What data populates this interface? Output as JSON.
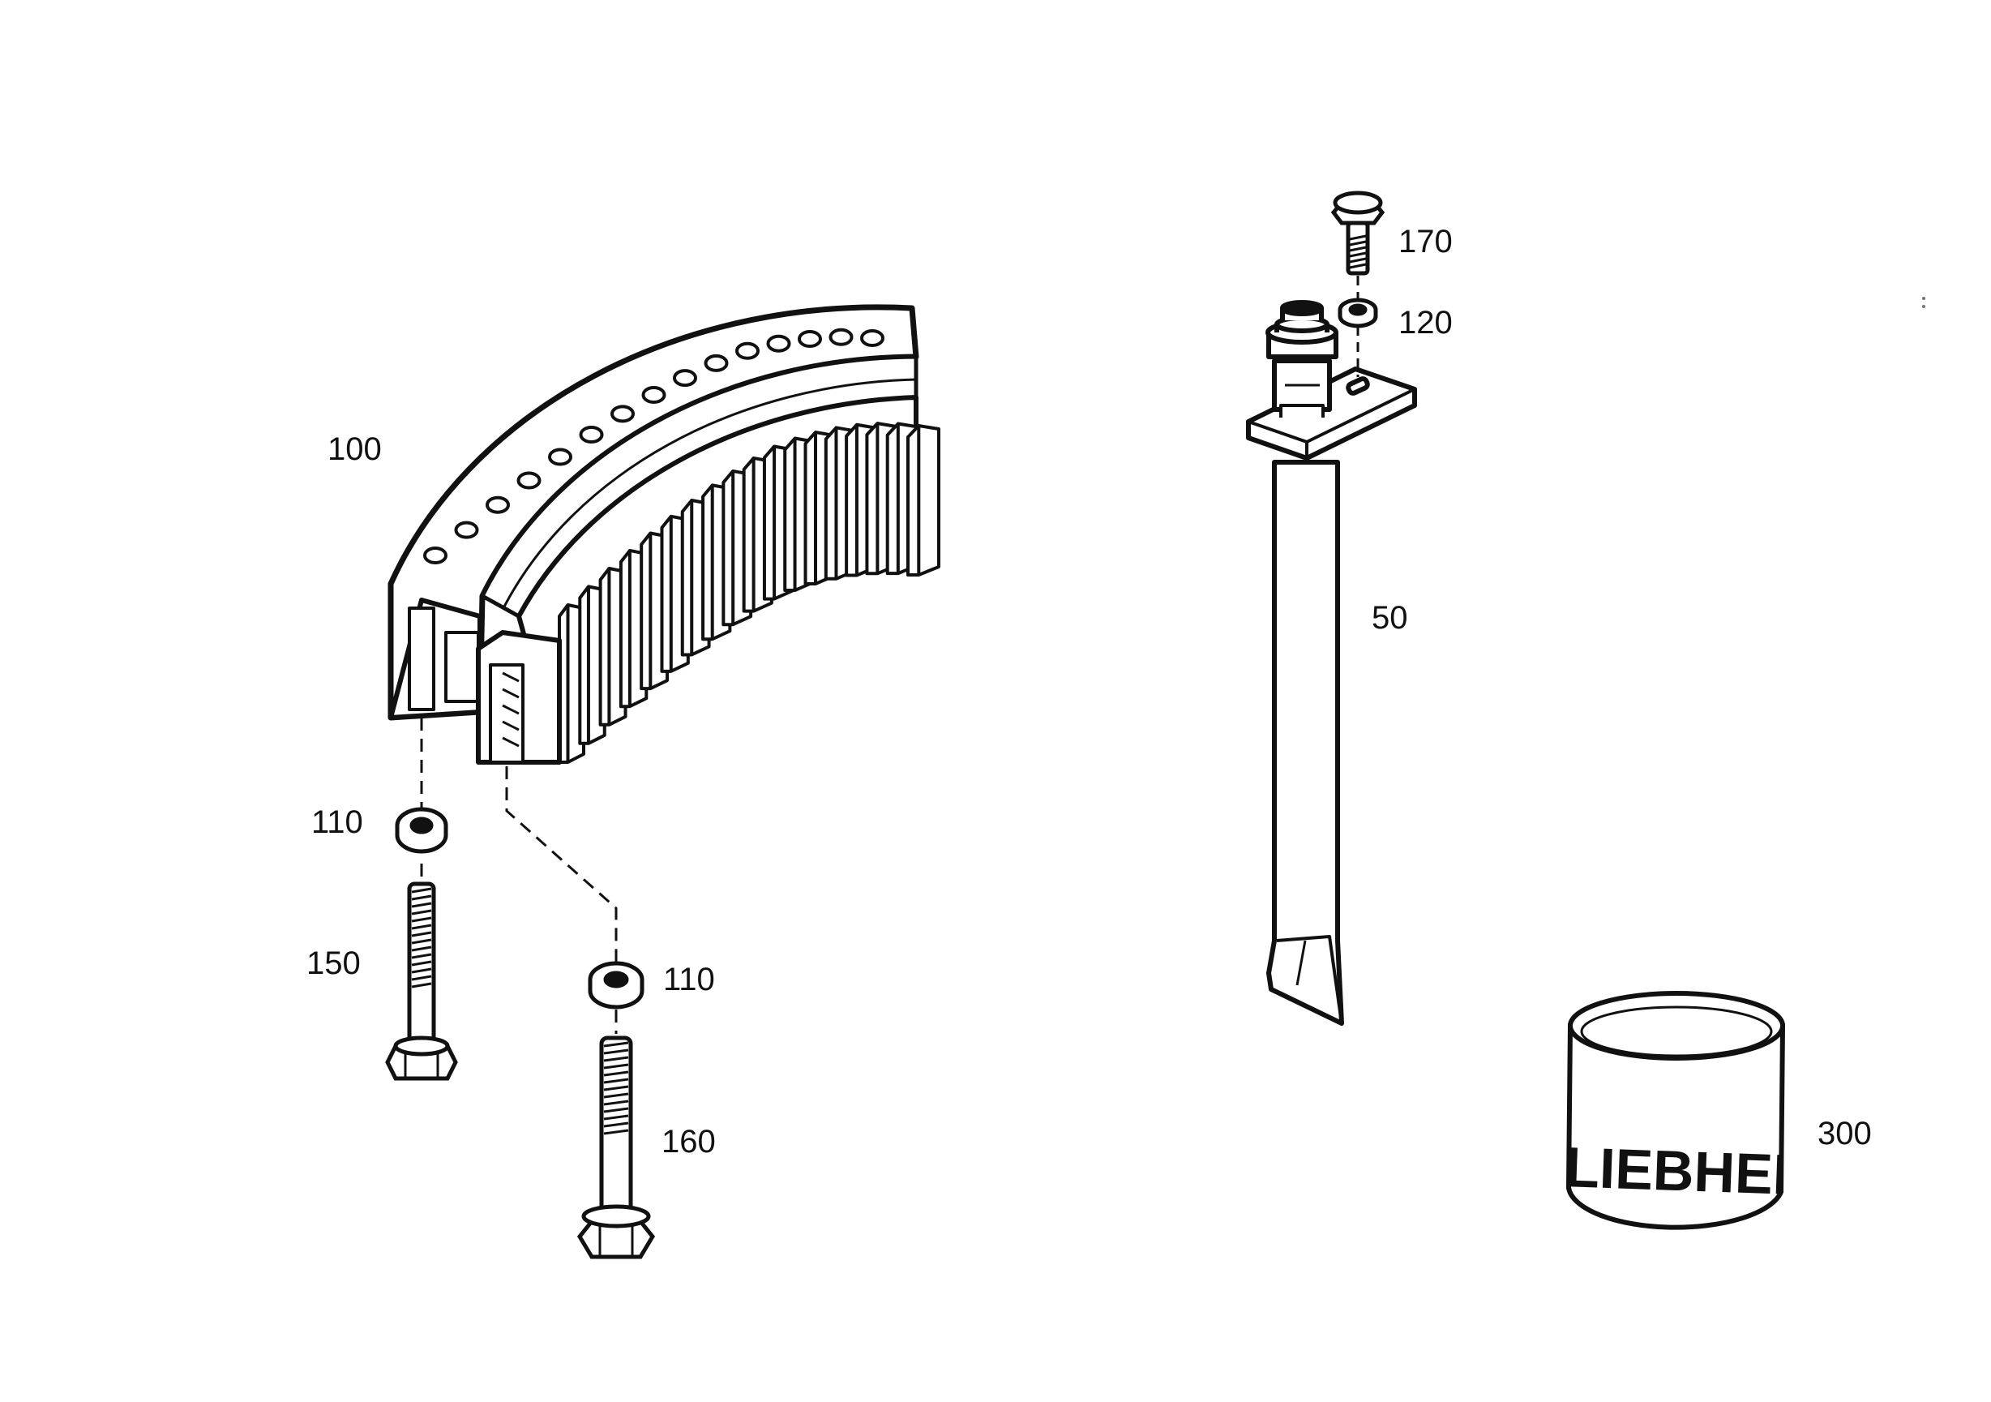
{
  "callouts": {
    "p100": "100",
    "p110_left": "110",
    "p110_right": "110",
    "p150": "150",
    "p160": "160",
    "p50": "50",
    "p170": "170",
    "p120": "120",
    "p300": "300"
  },
  "can_brand": "LIEBHER",
  "colors": {
    "ink": "#111111",
    "paper": "#ffffff"
  }
}
